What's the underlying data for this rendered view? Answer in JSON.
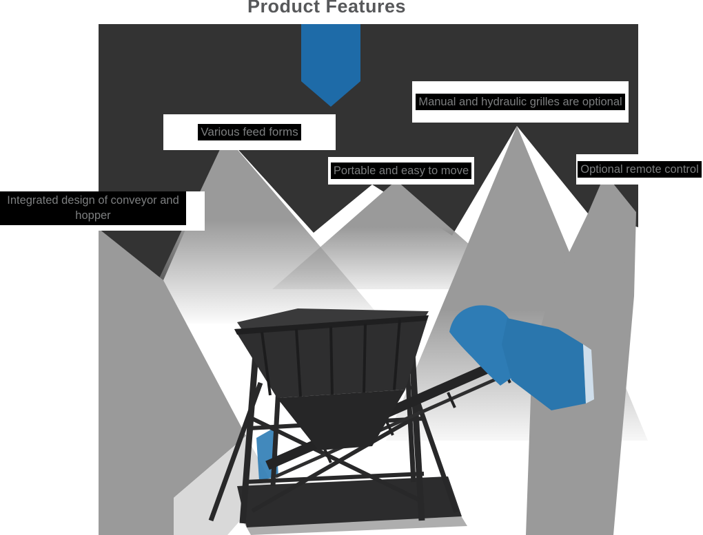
{
  "title": "Product Features",
  "features": [
    {
      "id": "various-feed-forms",
      "text": "Various feed forms"
    },
    {
      "id": "manual-hydraulic-grilles",
      "text": "Manual and hydraulic grilles are optional"
    },
    {
      "id": "portable",
      "text": "Portable and easy to move"
    },
    {
      "id": "optional-remote-control",
      "text": "Optional remote control"
    },
    {
      "id": "integrated-design",
      "text": "Integrated design of conveyor and hopper"
    }
  ],
  "illustration": {
    "name": "hopper-feeder-machine-with-inclined-conveyor"
  },
  "colors": {
    "banner_dark": "#333333",
    "mountain_gray": "#9a9a9a",
    "light_wedge": "#d9d9d9",
    "ribbon_blue": "#1e6ba8",
    "machine_blue": "#2e7cb5",
    "machine_dark": "#2a2a2b",
    "title_text": "#57585a",
    "label_text": "#7d7f80",
    "label_highlight": "#000000",
    "label_box": "#ffffff"
  }
}
